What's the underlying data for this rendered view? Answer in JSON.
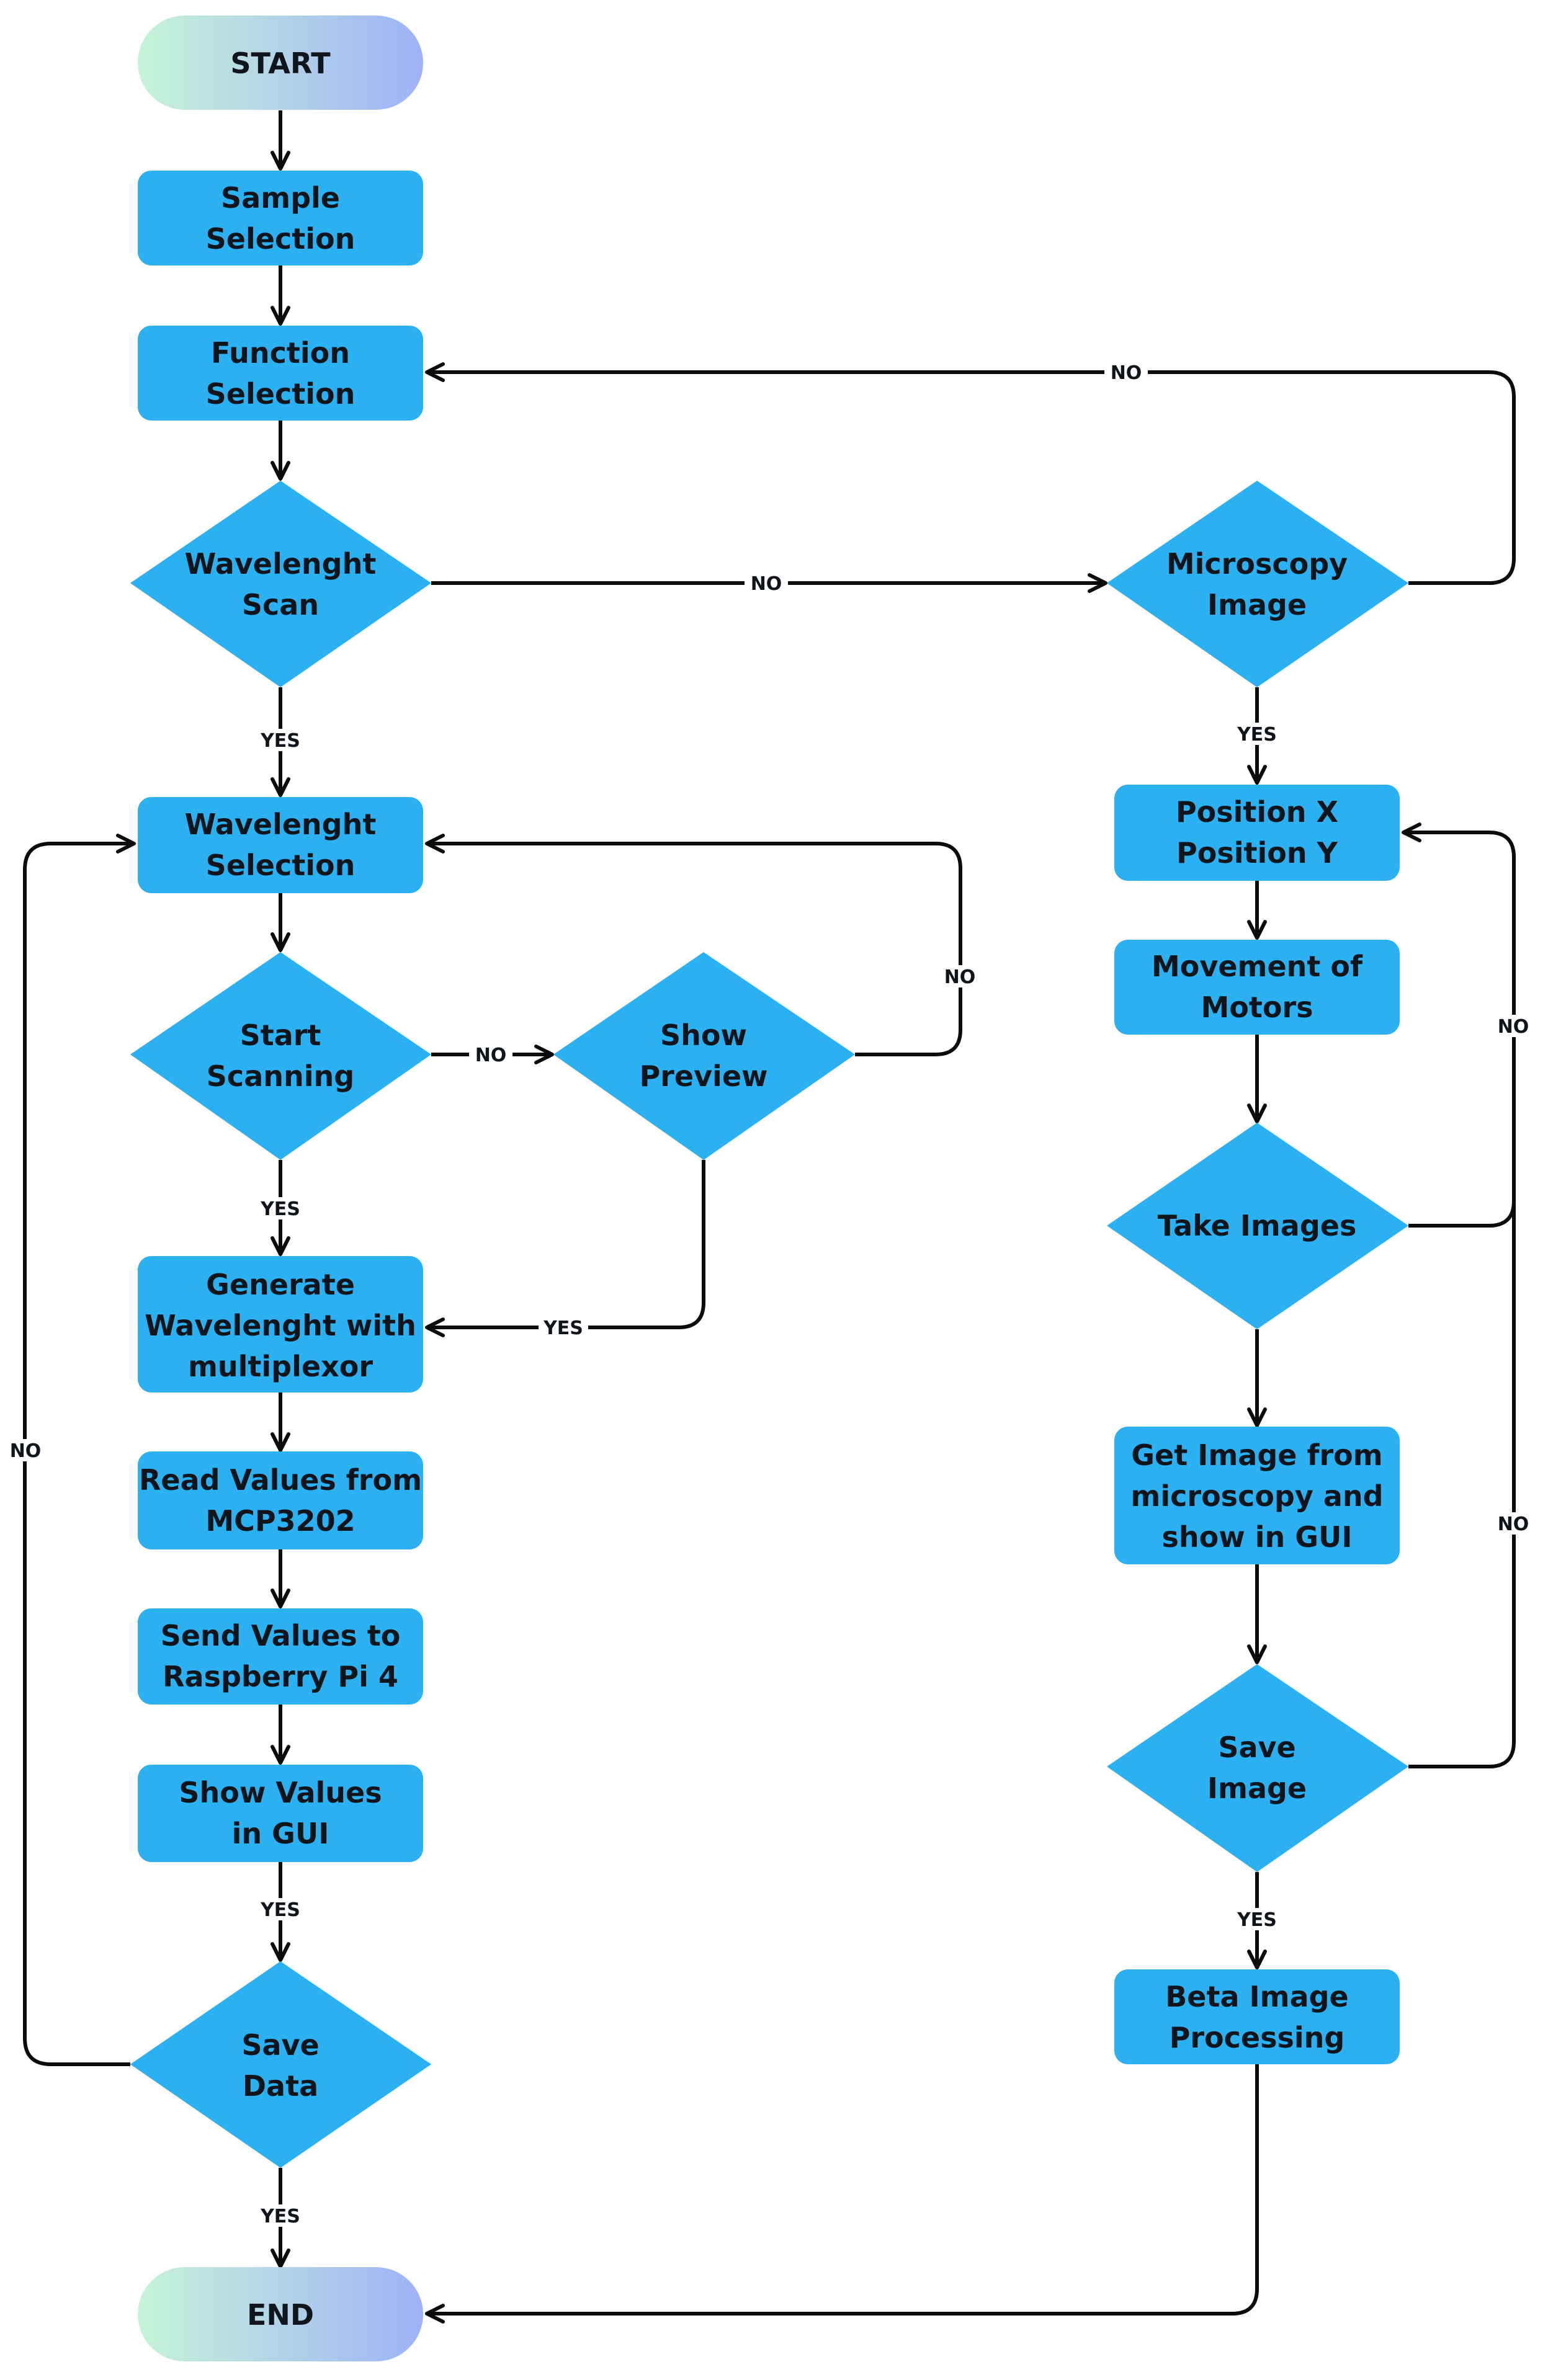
{
  "nodes": {
    "start": "START",
    "sample_selection": [
      "Sample",
      "Selection"
    ],
    "function_selection": [
      "Function",
      "Selection"
    ],
    "wavelength_scan": [
      "Wavelenght",
      "Scan"
    ],
    "microscopy_image": [
      "Microscopy",
      "Image"
    ],
    "wavelength_selection": [
      "Wavelenght",
      "Selection"
    ],
    "start_scanning": [
      "Start",
      "Scanning"
    ],
    "show_preview": [
      "Show",
      "Preview"
    ],
    "generate_wavelength": [
      "Generate",
      "Wavelenght with",
      "multiplexor"
    ],
    "read_values": [
      "Read Values from",
      "MCP3202"
    ],
    "send_values": [
      "Send Values to",
      "Raspberry Pi 4"
    ],
    "show_values": [
      "Show Values",
      "in GUI"
    ],
    "save_data": [
      "Save",
      "Data"
    ],
    "end": "END",
    "position_xy": [
      "Position X",
      "Position Y"
    ],
    "movement_motors": [
      "Movement of",
      "Motors"
    ],
    "take_images": [
      "Take Images"
    ],
    "get_image": [
      "Get Image from",
      "microscopy and",
      "show in GUI"
    ],
    "save_image": [
      "Save",
      "Image"
    ],
    "beta_processing": [
      "Beta Image",
      "Processing"
    ]
  },
  "edge_labels": {
    "yes": "YES",
    "no": "NO"
  },
  "colors": {
    "node_fill": "#2bb0f2",
    "terminal_gradient_start": "#c6f4d8",
    "terminal_gradient_end": "#9fb2f7",
    "connector": "#0b0b0b"
  }
}
